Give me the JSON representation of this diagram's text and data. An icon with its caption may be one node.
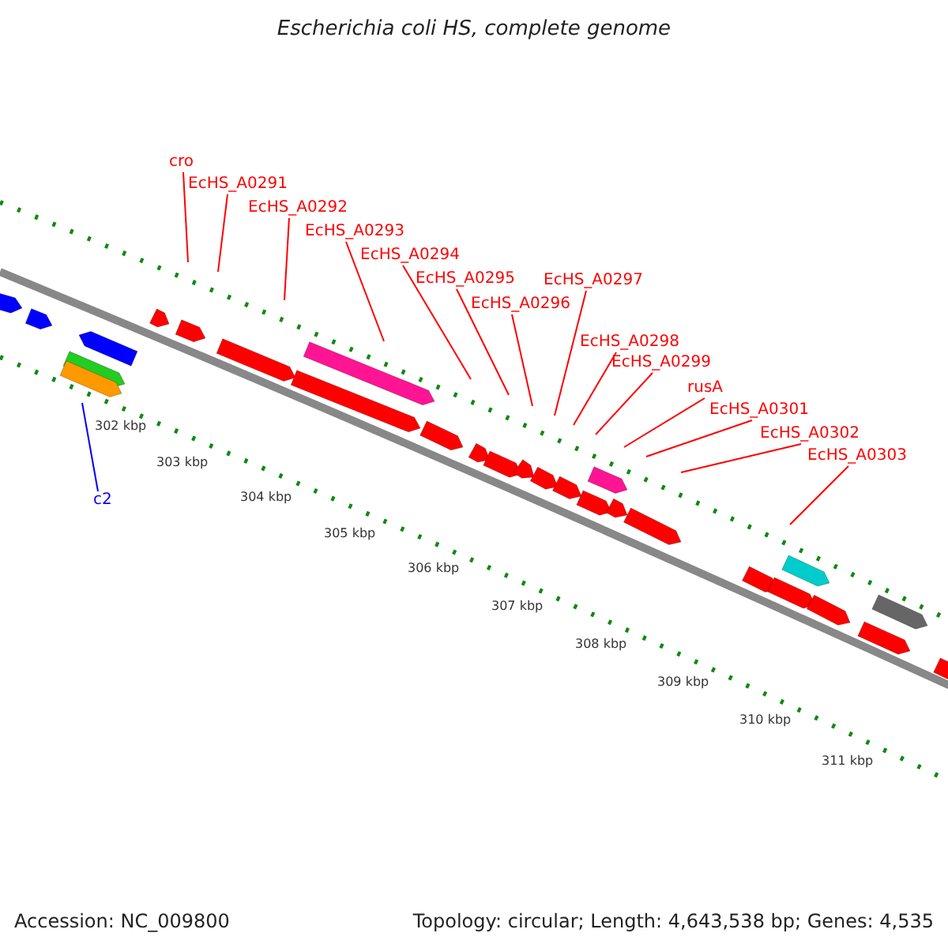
{
  "diagram": {
    "title": "Escherichia coli HS, complete genome",
    "nodes": [
      {
        "text": [
          "cro"
        ]
      },
      {
        "text": [
          "EcHS_A0291"
        ]
      },
      {
        "text": [
          "EcHS_A0292"
        ]
      },
      {
        "text": [
          "EcHS_A0293"
        ]
      },
      {
        "text": [
          "EcHS_A0294"
        ]
      },
      {
        "text": [
          "EcHS_A0295"
        ]
      },
      {
        "text": [
          "EcHS_A0296"
        ]
      },
      {
        "text": [
          "EcHS_A0297"
        ]
      },
      {
        "text": [
          "EcHS_A0298"
        ]
      },
      {
        "text": [
          "EcHS_A0299"
        ]
      },
      {
        "text": [
          "rusA"
        ]
      },
      {
        "text": [
          "EcHS_A0301"
        ]
      },
      {
        "text": [
          "EcHS_A0302"
        ]
      },
      {
        "text": [
          "EcHS_A0303"
        ]
      },
      {
        "text": [
          "c2"
        ]
      }
    ],
    "edges": [
      {
        "from": 0,
        "to": null,
        "arrow": "none"
      },
      {
        "from": 1,
        "to": null,
        "arrow": "none"
      },
      {
        "from": 2,
        "to": null,
        "arrow": "none"
      },
      {
        "from": 3,
        "to": null,
        "arrow": "none"
      },
      {
        "from": 4,
        "to": null,
        "arrow": "none"
      },
      {
        "from": 5,
        "to": null,
        "arrow": "none"
      },
      {
        "from": 6,
        "to": null,
        "arrow": "none"
      },
      {
        "from": 7,
        "to": null,
        "arrow": "none"
      },
      {
        "from": 8,
        "to": null,
        "arrow": "none"
      },
      {
        "from": 9,
        "to": null,
        "arrow": "none"
      },
      {
        "from": 10,
        "to": null,
        "arrow": "none"
      },
      {
        "from": 11,
        "to": null,
        "arrow": "none"
      },
      {
        "from": 12,
        "to": null,
        "arrow": "none"
      },
      {
        "from": 13,
        "to": null,
        "arrow": "none"
      },
      {
        "from": 14,
        "to": null,
        "arrow": "none",
        "color": "#0000ff"
      }
    ],
    "labels": [
      "302 kbp",
      "303 kbp",
      "304 kbp",
      "305 kbp",
      "306 kbp",
      "307 kbp",
      "308 kbp",
      "309 kbp",
      "310 kbp",
      "311 kbp",
      "Accession: NC_009800",
      "Topology: circular; Length: 4,643,538 bp; Genes: 4,535"
    ]
  }
}
